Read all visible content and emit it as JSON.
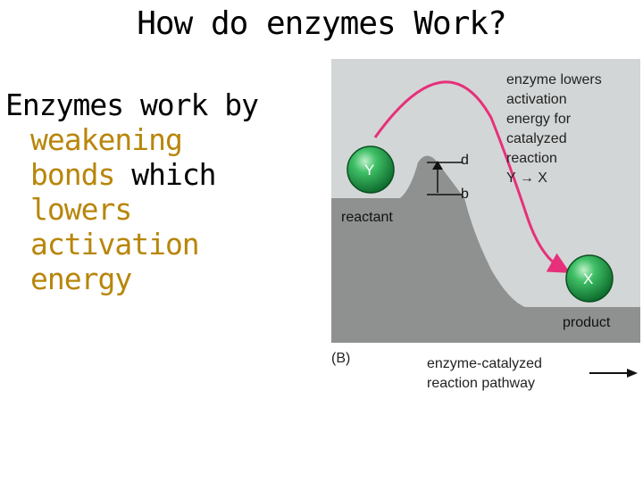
{
  "slide": {
    "title": "How do enzymes Work?",
    "line1": "Enzymes work by",
    "word_weakening": "weakening",
    "word_bonds": "bonds",
    "word_which": " which",
    "word_lowers": "lowers",
    "word_activation": "activation",
    "word_energy": "energy"
  },
  "figure": {
    "caption_lines": [
      "enzyme lowers",
      "activation",
      "energy for",
      "catalyzed",
      "reaction"
    ],
    "caption_reaction": "Y → X",
    "label_d": "d",
    "label_b": "b",
    "label_reactant": "reactant",
    "label_product": "product",
    "molecule_y": "Y",
    "molecule_x": "X",
    "panel_label": "(B)",
    "pathway_line1": "enzyme-catalyzed",
    "pathway_line2": "reaction pathway",
    "colors": {
      "panel_bg": "#d3d6d6",
      "hill": "#8e9190",
      "arrow": "#e6307a",
      "molecule": "#1f9e4b"
    }
  }
}
